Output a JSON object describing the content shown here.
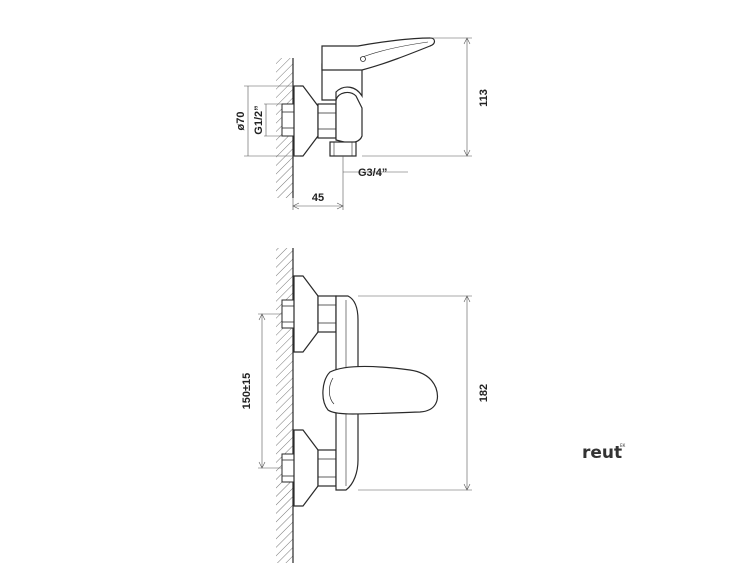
{
  "dimensions": {
    "height_top": "113",
    "diameter_flange": "ø70",
    "inlet_thread": "G1/2”",
    "outlet_thread": "G3/4”",
    "wall_offset": "45",
    "inlet_spacing": "150±15",
    "height_front": "182"
  },
  "brand": {
    "name": "reut",
    "mark": "ЕК"
  },
  "colors": {
    "line": "#2a2a2a",
    "dim_line": "#555555",
    "hatch": "#777777",
    "text": "#222222"
  }
}
